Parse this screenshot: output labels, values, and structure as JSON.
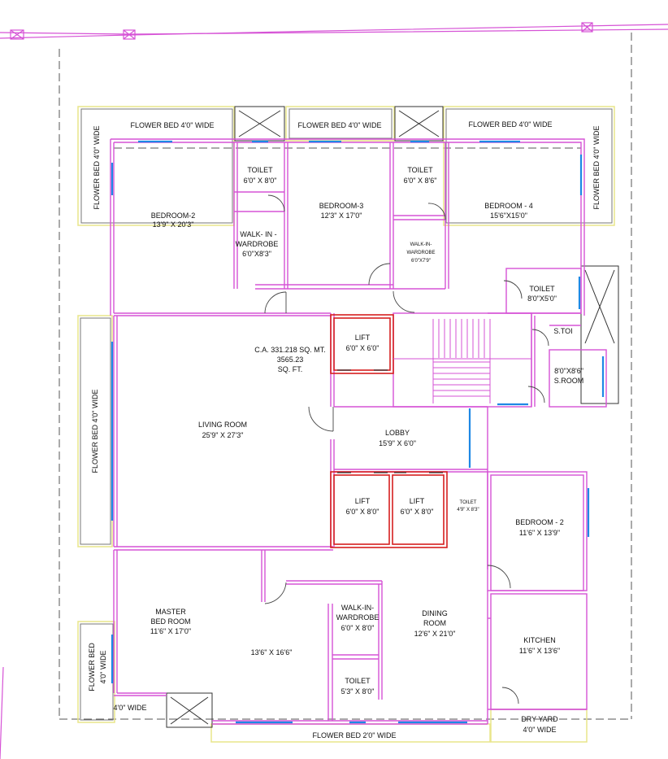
{
  "colors": {
    "wall": "#d653d6",
    "window": "#1e88e5",
    "lift": "#d62020",
    "boundary": "#555555",
    "flower_bed": "#e9e58a",
    "baseline": "#d653d6"
  },
  "plan": {
    "area_lines": [
      "C.A. 331.218 SQ. MT.",
      "3565.23",
      "SQ. FT."
    ],
    "flower_beds": {
      "top_left": "FLOWER BED  4'0\" WIDE",
      "top_middle": "FLOWER BED 4'0\" WIDE",
      "top_right": "FLOWER BED  4'0\" WIDE",
      "left_top": "FLOWER BED 4'0\" WIDE",
      "right_top": "FLOWER BED 4'0\" WIDE",
      "left_middle": "FLOWER BED 4'0\" WIDE",
      "left_bottom": [
        "FLOWER BED",
        "4'0\" WIDE"
      ],
      "bottom_left": "4'0\" WIDE",
      "bottom": "FLOWER BED  2'0\" WIDE"
    },
    "rooms": {
      "bedroom_2_top": [
        "BEDROOM-2",
        "13'9\" X 20'3\""
      ],
      "toilet_1": [
        "TOILET",
        "6'0\" X 8'0\""
      ],
      "walkin_1": [
        "WALK- IN -",
        "WARDROBE",
        "6'0\"X8'3\""
      ],
      "bedroom_3": [
        "BEDROOM-3",
        "12'3\" X 17'0\""
      ],
      "toilet_2": [
        "TOILET",
        "6'0\" X 8'6\""
      ],
      "walkin_2": [
        "WALK-IN-",
        "WARDROBE",
        "6'0\"X7'9\""
      ],
      "bedroom_4": [
        "BEDROOM - 4",
        "15'6\"X15'0\""
      ],
      "toilet_3": [
        "TOILET",
        "8'0\"X5'0\""
      ],
      "s_toi": "S.TOI",
      "s_room": [
        "8'0\"X8'6\"",
        "S.ROOM"
      ],
      "lift_top": [
        "LIFT",
        "6'0\" X 6'0\""
      ],
      "living_room": [
        "LIVING ROOM",
        "25'9\" X 27'3\""
      ],
      "lobby": [
        "LOBBY",
        "15'9\" X 6'0\""
      ],
      "lift_left": [
        "LIFT",
        "6'0\" X 8'0\""
      ],
      "lift_right": [
        "LIFT",
        "6'0\" X 8'0\""
      ],
      "toilet_small": [
        "TOILET",
        "4'9\" X 8'3\""
      ],
      "bedroom_2_right": [
        "BEDROOM - 2",
        "11'6\" X 13'9\""
      ],
      "master_bed": [
        "MASTER",
        "BED ROOM",
        "11'6\" X 17'0\""
      ],
      "master_dim": "13'6\" X 16'6\"",
      "walkin_3": [
        "WALK-IN-",
        "WARDROBE",
        "6'0\" X 8'0\""
      ],
      "toilet_4": [
        "TOILET",
        "5'3\" X 8'0\""
      ],
      "dining": [
        "DINING",
        "ROOM",
        "12'6\" X 21'0\""
      ],
      "kitchen": [
        "KITCHEN",
        "11'6\" X 13'6\""
      ],
      "dry_yard": [
        "DRY YARD",
        "4'0\" WIDE"
      ]
    }
  }
}
